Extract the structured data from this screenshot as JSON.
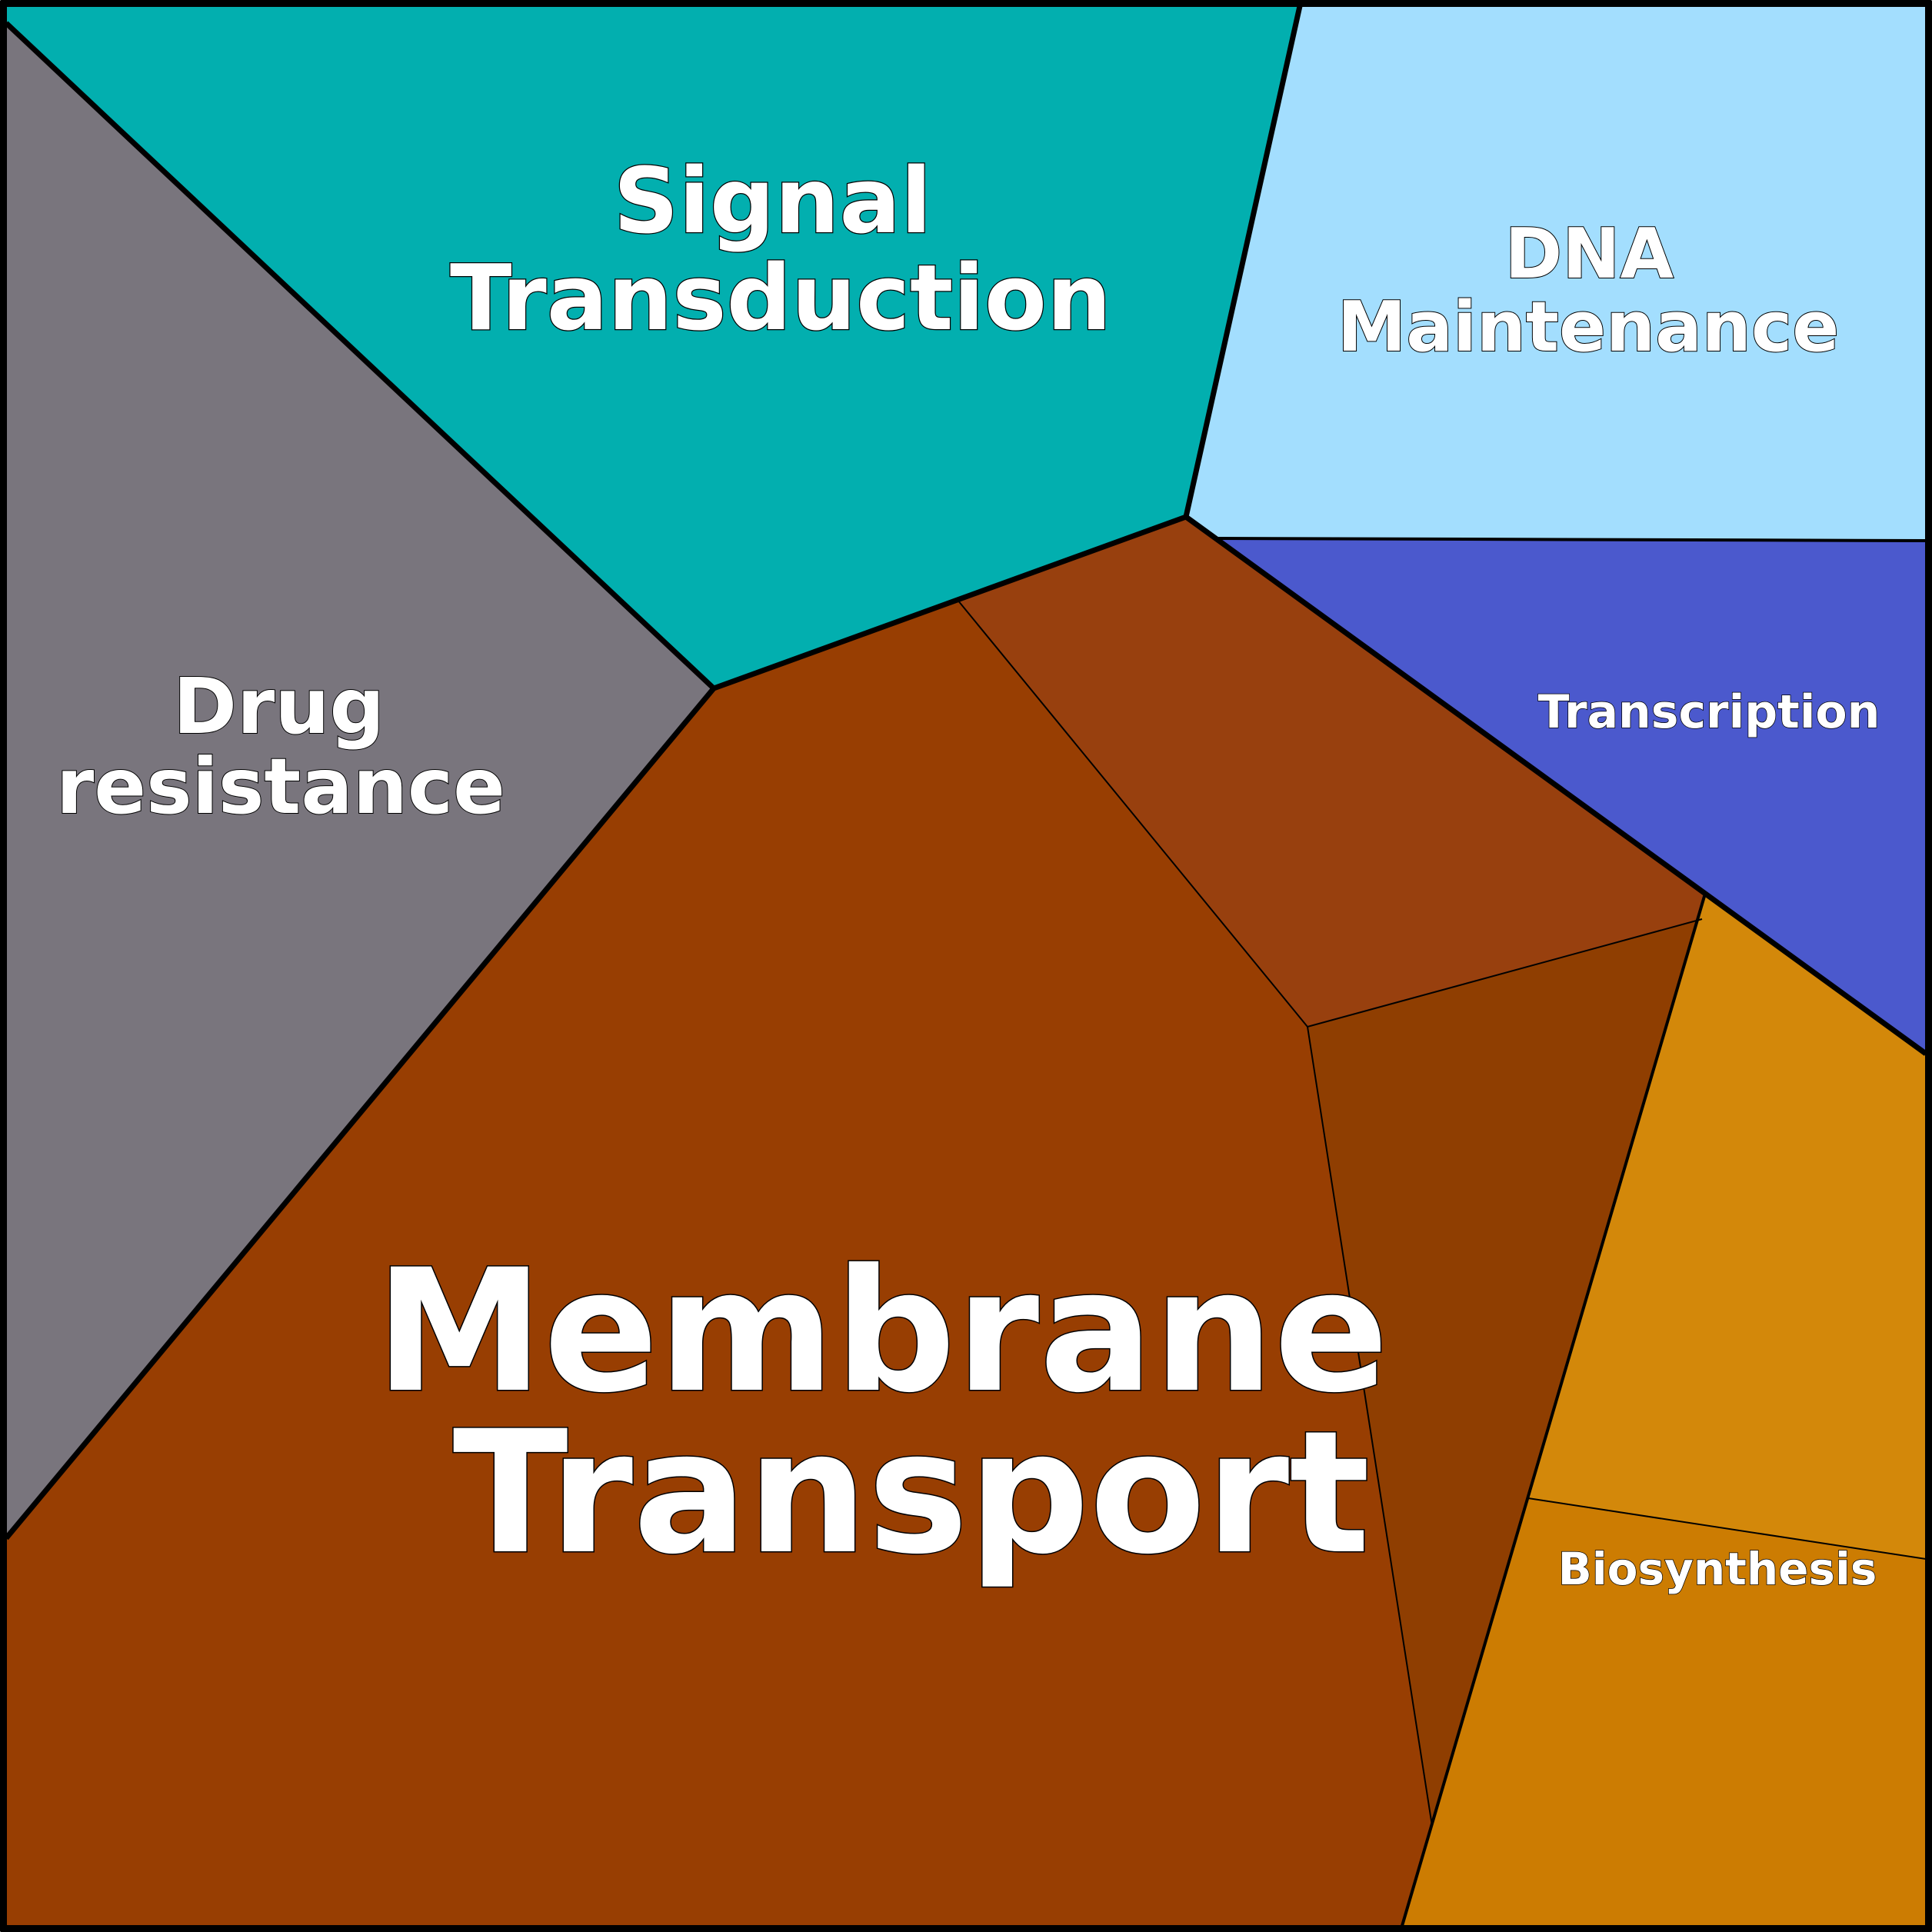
{
  "colors": {
    "signal_transduction": "#02AFAF",
    "dna_maintenance": "#A3DEFE",
    "drug_resistance": "#79757D",
    "transcription": "#4B59CD",
    "membrane_transport": "#983E02",
    "membrane_transport_sub_a": "#98400E",
    "membrane_transport_sub_b": "#8F3E01",
    "biosynthesis_upper": "#D3880A",
    "biosynthesis_lower": "#CC7C02",
    "border": "#000000",
    "label_fill": "#FFFFFF"
  },
  "labels": {
    "signal_transduction": [
      "Signal",
      "Transduction"
    ],
    "dna_maintenance": [
      "DNA",
      "Maintenance"
    ],
    "drug_resistance": [
      "Drug",
      "resistance"
    ],
    "transcription": [
      "Transcription"
    ],
    "membrane_transport": [
      "Membrane",
      "Transport"
    ],
    "biosynthesis": [
      "Biosynthesis"
    ]
  }
}
